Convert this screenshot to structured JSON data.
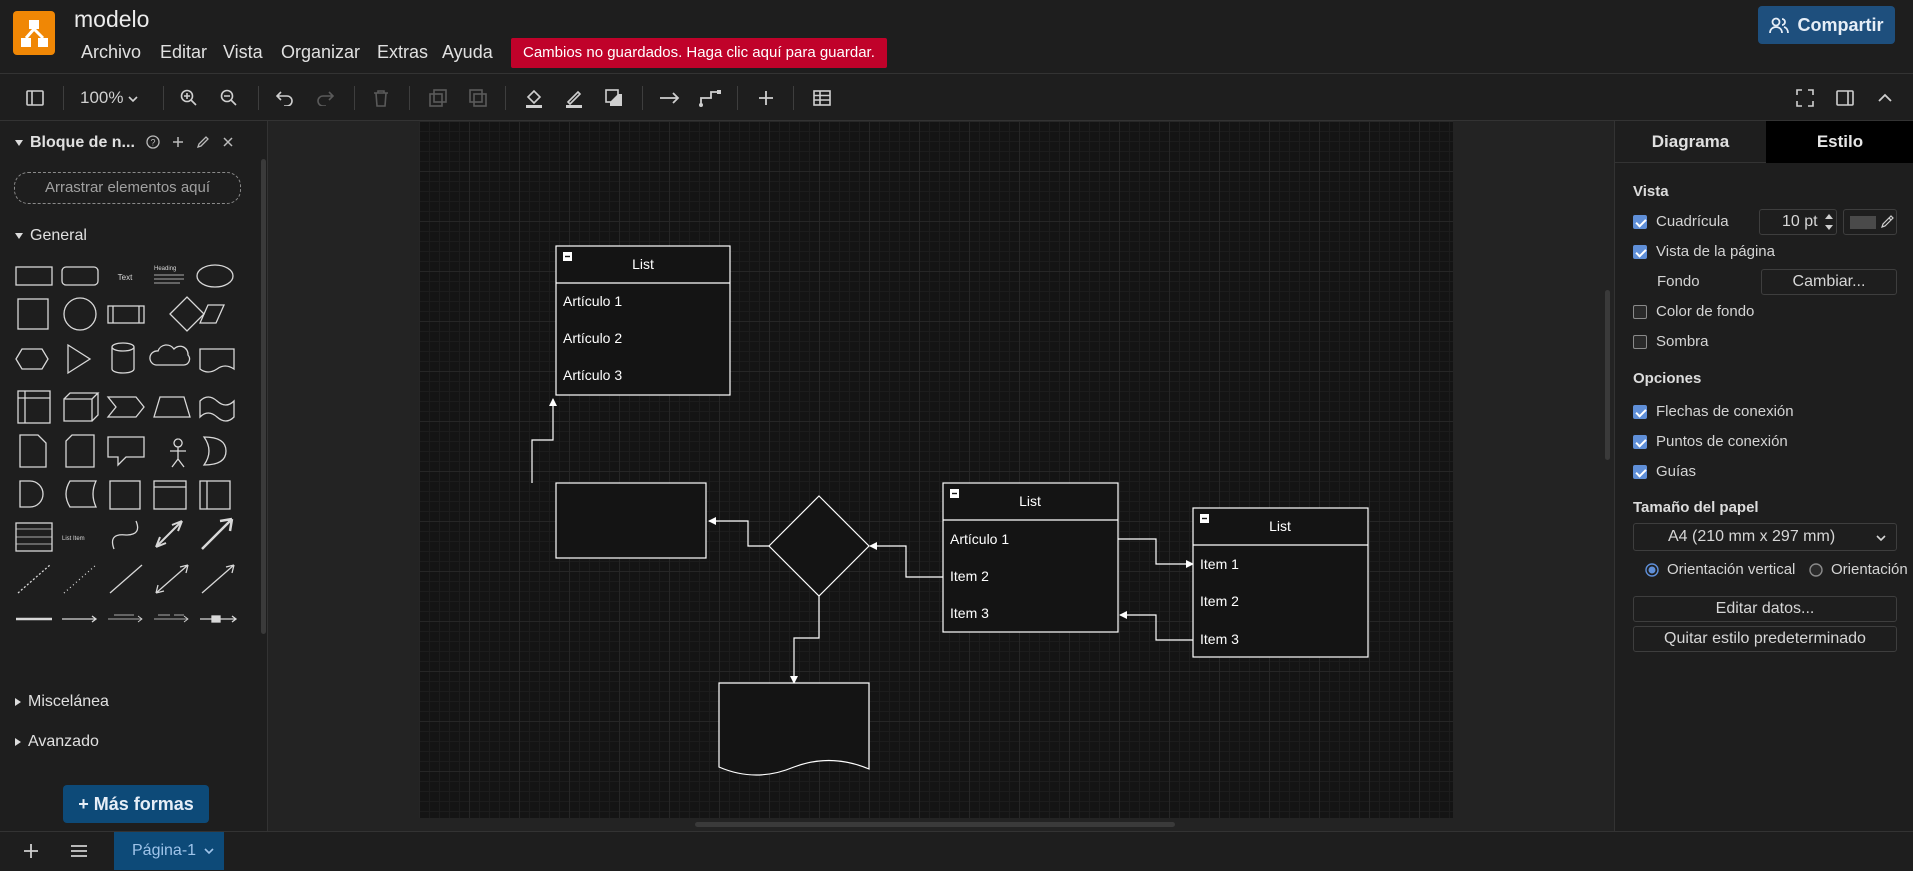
{
  "app": {
    "title": "modelo",
    "unsaved_notice": "Cambios no guardados. Haga clic aquí para guardar.",
    "share_label": "Compartir"
  },
  "menu": [
    "Archivo",
    "Editar",
    "Vista",
    "Organizar",
    "Extras",
    "Ayuda"
  ],
  "toolbar": {
    "zoom": "100%"
  },
  "left_panel": {
    "scratchpad_title": "Bloque de n...",
    "drop_placeholder": "Arrastrar elementos aquí",
    "general_title": "General",
    "misc_title": "Miscelánea",
    "advanced_title": "Avanzado",
    "more_shapes": "+ Más formas",
    "shape_text_label": "Text",
    "shape_heading_label": "Heading",
    "shape_list_item_label": "List Item"
  },
  "diagram": {
    "list1": {
      "title": "List",
      "items": [
        "Artículo 1",
        "Artículo 2",
        "Artículo 3"
      ]
    },
    "list2": {
      "title": "List",
      "items": [
        "Artículo 1",
        "Item 2",
        "Item 3"
      ]
    },
    "list3": {
      "title": "List",
      "items": [
        "Item 1",
        "Item 2",
        "Item 3"
      ]
    }
  },
  "right_panel": {
    "tabs": [
      "Diagrama",
      "Estilo"
    ],
    "view_title": "Vista",
    "grid_label": "Cuadrícula",
    "grid_size": "10 pt",
    "page_view_label": "Vista de la página",
    "background_label": "Fondo",
    "change_button": "Cambiar...",
    "bg_color_label": "Color de fondo",
    "shadow_label": "Sombra",
    "options_title": "Opciones",
    "conn_arrows_label": "Flechas de conexión",
    "conn_points_label": "Puntos de conexión",
    "guides_label": "Guías",
    "paper_size_title": "Tamaño del papel",
    "paper_size_value": "A4 (210 mm x 297 mm)",
    "portrait_label": "Orientación vertical",
    "landscape_label": "Orientación",
    "edit_data_button": "Editar datos...",
    "clear_style_button": "Quitar estilo predeterminado"
  },
  "bottom": {
    "page_tab": "Página-1"
  },
  "colors": {
    "accent": "#0d4a78",
    "unsaved": "#c0022a",
    "logo": "#f08705"
  }
}
